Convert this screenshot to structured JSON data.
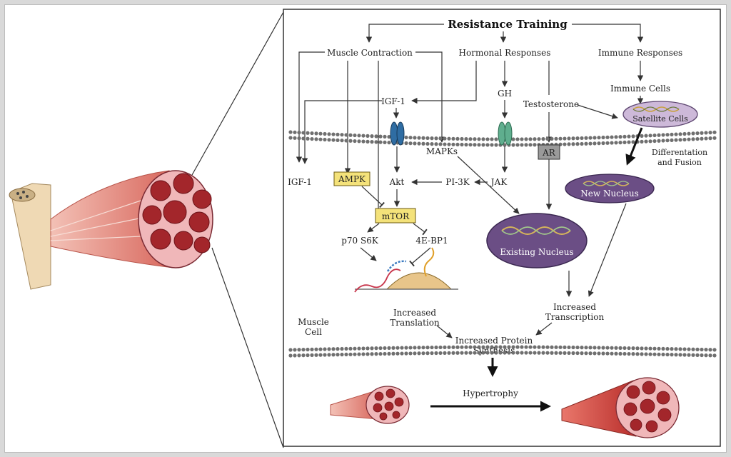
{
  "title": "Resistance Training",
  "labels": {
    "muscle_contraction": "Muscle Contraction",
    "hormonal_responses": "Hormonal Responses",
    "immune_responses": "Immune Responses",
    "immune_cells": "Immune Cells",
    "igf1_top": "IGF-1",
    "gh": "GH",
    "testosterone": "Testosterone",
    "satellite_cells": "Satellite Cells",
    "mapks": "MAPKs",
    "ar": "AR",
    "igf1_left": "IGF-1",
    "ampk": "AMPK",
    "akt": "Akt",
    "pi3k": "PI-3K",
    "jak": "JAK",
    "differentiation_1": "Differentation",
    "differentiation_2": "and Fusion",
    "new_nucleus": "New  Nucleus",
    "mtor": "mTOR",
    "p70s6k": "p70 S6K",
    "ebp1": "4E-BP1",
    "existing_nucleus": "Existing Nucleus",
    "increased_translation_1": "Increased",
    "increased_translation_2": "Translation",
    "increased_transcription_1": "Increased",
    "increased_transcription_2": "Transcription",
    "muscle_cell_1": "Muscle",
    "muscle_cell_2": "Cell",
    "protein_synthesis_1": "Increased Protein",
    "protein_synthesis_2": "Synthesis",
    "hypertrophy": "Hypertrophy"
  },
  "colors": {
    "highlight_box": "#f4e27a",
    "nucleus": "#6b4e85",
    "satellite": "#cdb9d9",
    "muscle_pink": "#e8928a",
    "fascicle": "#a3262b",
    "tendon": "#efd9b4",
    "receptor_blue": "#2f6da3",
    "receptor_green": "#5fae8e"
  }
}
